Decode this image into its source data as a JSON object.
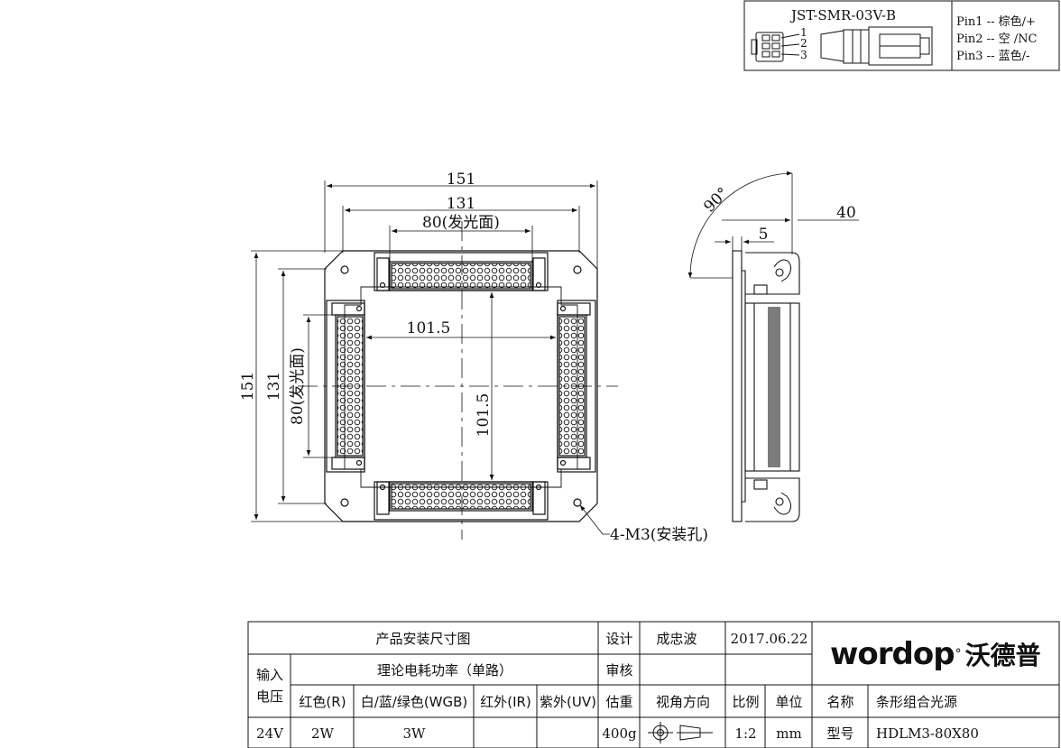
{
  "connector": {
    "model": "JST-SMR-03V-B",
    "pin_numbers": [
      "1",
      "2",
      "3"
    ],
    "pins": [
      "Pin1 -- 棕色/+",
      "Pin2 -- 空 /NC",
      "Pin3 -- 蓝色/-"
    ]
  },
  "front_view": {
    "dim_outer_width": "151",
    "dim_mid_width": "131",
    "dim_emit_width": "80(发光面)",
    "dim_outer_height": "151",
    "dim_mid_height": "131",
    "dim_emit_height": "80(发光面)",
    "dim_inner_h": "101.5",
    "dim_inner_v": "101.5",
    "mount_note": "4-M3(安装孔)"
  },
  "side_view": {
    "angle": "90°",
    "dim_offset": "5",
    "dim_depth": "40"
  },
  "title_block": {
    "drawing_title": "产品安装尺寸图",
    "design_label": "设计",
    "designer": "成忠波",
    "date": "2017.06.22",
    "review_label": "审核",
    "input_voltage_label_1": "输入",
    "input_voltage_label_2": "电压",
    "power_header": "理论电耗功率（单路）",
    "col_red": "红色(R)",
    "col_wgb": "白/蓝/绿色(WGB)",
    "col_ir": "红外(IR)",
    "col_uv": "紫外(UV)",
    "weight_label": "估重",
    "view_label": "视角方向",
    "scale_label": "比例",
    "unit_label": "单位",
    "name_label": "名称",
    "name_value": "条形组合光源",
    "voltage": "24V",
    "power_red": "2W",
    "power_wgb": "3W",
    "weight": "400g",
    "scale": "1:2",
    "unit": "mm",
    "model_label": "型号",
    "model_value": "HDLM3-80X80",
    "logo_en": "wordop",
    "logo_cn": "沃德普"
  }
}
